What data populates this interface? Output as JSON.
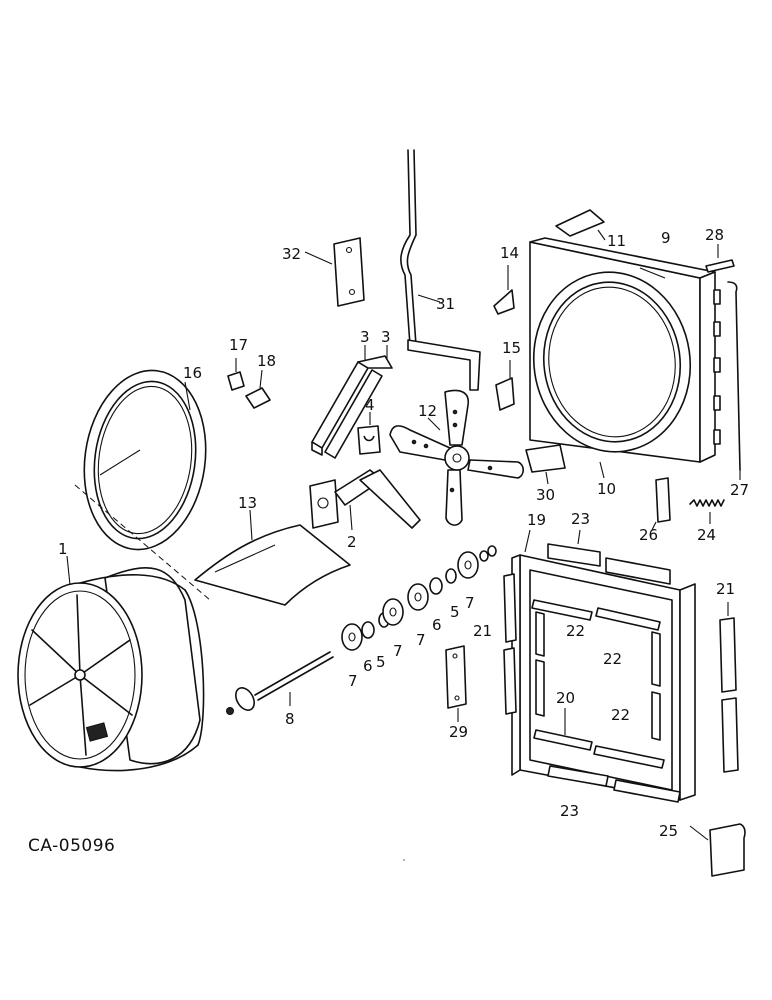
{
  "drawing_code": "CA-05096",
  "callouts": {
    "c1": "1",
    "c2": "2",
    "c3a": "3",
    "c3b": "3",
    "c4": "4",
    "c5a": "5",
    "c5b": "5",
    "c6a": "6",
    "c6b": "6",
    "c7a": "7",
    "c7b": "7",
    "c7c": "7",
    "c7d": "7",
    "c8": "8",
    "c9": "9",
    "c10": "10",
    "c11": "11",
    "c12": "12",
    "c13": "13",
    "c14": "14",
    "c15": "15",
    "c16": "16",
    "c17": "17",
    "c18": "18",
    "c19": "19",
    "c20": "20",
    "c21a": "21",
    "c21b": "21",
    "c22a": "22",
    "c22b": "22",
    "c22c": "22",
    "c23a": "23",
    "c23b": "23",
    "c24": "24",
    "c25": "25",
    "c26": "26",
    "c27": "27",
    "c28": "28",
    "c29": "29",
    "c30": "30",
    "c31": "31",
    "c32": "32"
  }
}
